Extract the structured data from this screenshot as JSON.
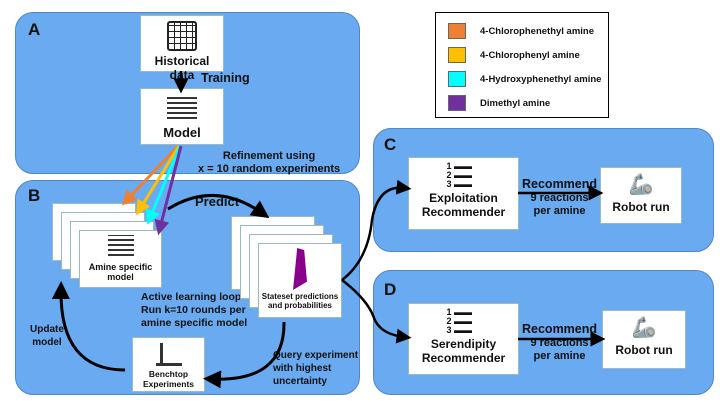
{
  "panels": {
    "a": "A",
    "b": "B",
    "c": "C",
    "d": "D"
  },
  "a": {
    "historical": "Historical data",
    "training": "Training",
    "model": "Model",
    "refinement1": "Refinement using",
    "refinement2": "x = 10 random experiments"
  },
  "b": {
    "predict": "Predict",
    "amine_model1": "Amine specific",
    "amine_model2": "model",
    "loop1": "Active learning loop",
    "loop2": "Run k=10 rounds per",
    "loop3": "amine specific model",
    "stateset1": "Stateset predictions",
    "stateset2": "and probabilities",
    "query1": "Query experiment",
    "query2": "with highest",
    "query3": "uncertainty",
    "benchtop1": "Benchtop",
    "benchtop2": "Experiments",
    "update1": "Update",
    "update2": "model"
  },
  "c": {
    "rec1": "Exploitation",
    "rec2": "Recommender",
    "recommend": "Recommend",
    "n1": "9 reactions",
    "n2": "per amine",
    "robot": "Robot run",
    "ranks": [
      "1",
      "2",
      "3"
    ]
  },
  "d": {
    "rec1": "Serendipity",
    "rec2": "Recommender",
    "recommend": "Recommend",
    "n1": "9 reactions",
    "n2": "per amine",
    "robot": "Robot run",
    "ranks": [
      "1",
      "2",
      "3"
    ]
  },
  "legend": [
    {
      "label": "4-Chlorophenethyl amine",
      "color": "#ee8033"
    },
    {
      "label": "4-Chlorophenyl amine",
      "color": "#ffc000"
    },
    {
      "label": "4-Hydroxyphenethyl amine",
      "color": "#00ffff"
    },
    {
      "label": "Dimethyl amine",
      "color": "#7030a0"
    }
  ]
}
